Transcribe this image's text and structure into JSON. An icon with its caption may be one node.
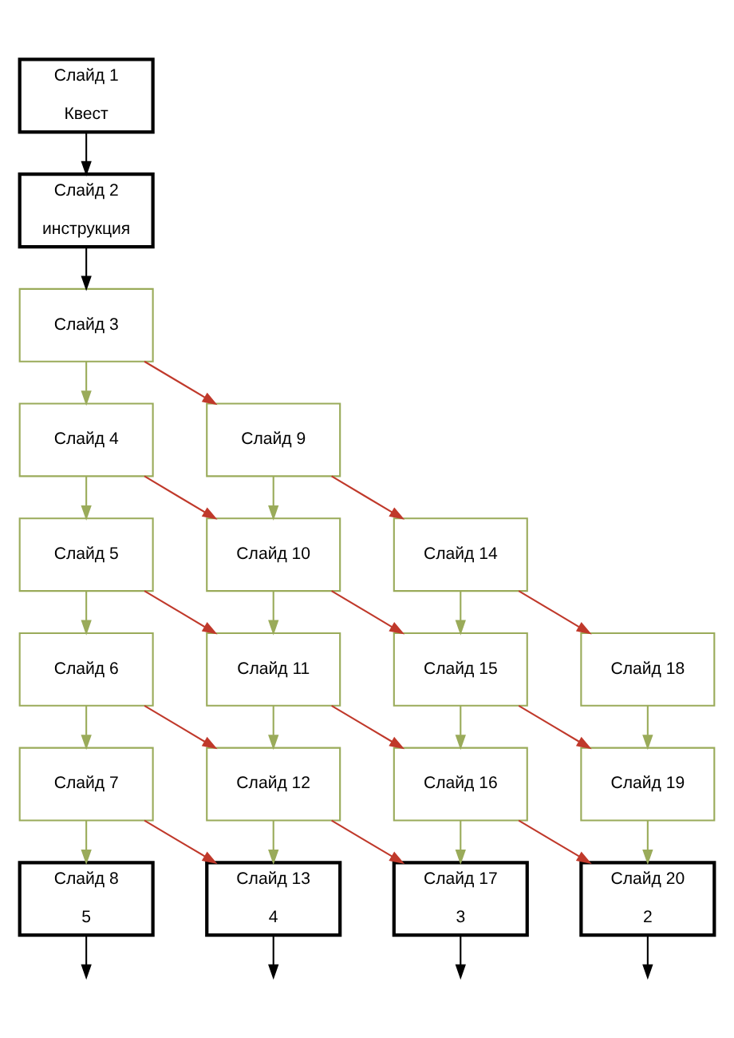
{
  "diagram": {
    "nodes": [
      {
        "text": [
          "Слайд 1",
          "Квест"
        ]
      },
      {
        "text": [
          "Слайд 2",
          "инструкция"
        ]
      },
      {
        "text": [
          "Слайд 3"
        ]
      },
      {
        "text": [
          "Слайд 4"
        ]
      },
      {
        "text": [
          "Слайд 5"
        ]
      },
      {
        "text": [
          "Слайд 6"
        ]
      },
      {
        "text": [
          "Слайд 7"
        ]
      },
      {
        "text": [
          "Слайд 8",
          "5"
        ]
      },
      {
        "text": [
          "Слайд 9"
        ]
      },
      {
        "text": [
          "Слайд 10"
        ]
      },
      {
        "text": [
          "Слайд 11"
        ]
      },
      {
        "text": [
          "Слайд 12"
        ]
      },
      {
        "text": [
          "Слайд 13",
          "4"
        ]
      },
      {
        "text": [
          "Слайд 14"
        ]
      },
      {
        "text": [
          "Слайд 15"
        ]
      },
      {
        "text": [
          "Слайд 16"
        ]
      },
      {
        "text": [
          "Слайд 17",
          "3"
        ]
      },
      {
        "text": [
          "Слайд 18"
        ]
      },
      {
        "text": [
          "Слайд 19"
        ]
      },
      {
        "text": [
          "Слайд 20",
          "2"
        ]
      }
    ],
    "edges": [
      {
        "from": 0,
        "to": 1,
        "arrow": "to",
        "color": "#000000"
      },
      {
        "from": 1,
        "to": 2,
        "arrow": "to",
        "color": "#000000"
      },
      {
        "from": 2,
        "to": 3,
        "arrow": "to"
      },
      {
        "from": 3,
        "to": 4,
        "arrow": "to"
      },
      {
        "from": 4,
        "to": 5,
        "arrow": "to"
      },
      {
        "from": 5,
        "to": 6,
        "arrow": "to"
      },
      {
        "from": 6,
        "to": 7,
        "arrow": "to"
      },
      {
        "from": 8,
        "to": 9,
        "arrow": "to"
      },
      {
        "from": 9,
        "to": 10,
        "arrow": "to"
      },
      {
        "from": 10,
        "to": 11,
        "arrow": "to"
      },
      {
        "from": 11,
        "to": 12,
        "arrow": "to"
      },
      {
        "from": 13,
        "to": 14,
        "arrow": "to"
      },
      {
        "from": 14,
        "to": 15,
        "arrow": "to"
      },
      {
        "from": 15,
        "to": 16,
        "arrow": "to"
      },
      {
        "from": 17,
        "to": 18,
        "arrow": "to"
      },
      {
        "from": 18,
        "to": 19,
        "arrow": "to"
      },
      {
        "from": 2,
        "to": 8,
        "arrow": "to",
        "color": "#c0392b"
      },
      {
        "from": 3,
        "to": 9,
        "arrow": "to",
        "color": "#c0392b"
      },
      {
        "from": 4,
        "to": 10,
        "arrow": "to",
        "color": "#c0392b"
      },
      {
        "from": 5,
        "to": 11,
        "arrow": "to",
        "color": "#c0392b"
      },
      {
        "from": 6,
        "to": 12,
        "arrow": "to",
        "color": "#c0392b"
      },
      {
        "from": 8,
        "to": 13,
        "arrow": "to",
        "color": "#c0392b"
      },
      {
        "from": 9,
        "to": 14,
        "arrow": "to",
        "color": "#c0392b"
      },
      {
        "from": 10,
        "to": 15,
        "arrow": "to",
        "color": "#c0392b"
      },
      {
        "from": 11,
        "to": 16,
        "arrow": "to",
        "color": "#c0392b"
      },
      {
        "from": 13,
        "to": 17,
        "arrow": "to",
        "color": "#c0392b"
      },
      {
        "from": 14,
        "to": 18,
        "arrow": "to",
        "color": "#c0392b"
      },
      {
        "from": 15,
        "to": 19,
        "arrow": "to",
        "color": "#c0392b"
      },
      {
        "from": 7,
        "to": null,
        "arrow": "to",
        "color": "#000000"
      },
      {
        "from": 12,
        "to": null,
        "arrow": "to",
        "color": "#000000"
      },
      {
        "from": 16,
        "to": null,
        "arrow": "to",
        "color": "#000000"
      },
      {
        "from": 19,
        "to": null,
        "arrow": "to",
        "color": "#000000"
      }
    ]
  }
}
